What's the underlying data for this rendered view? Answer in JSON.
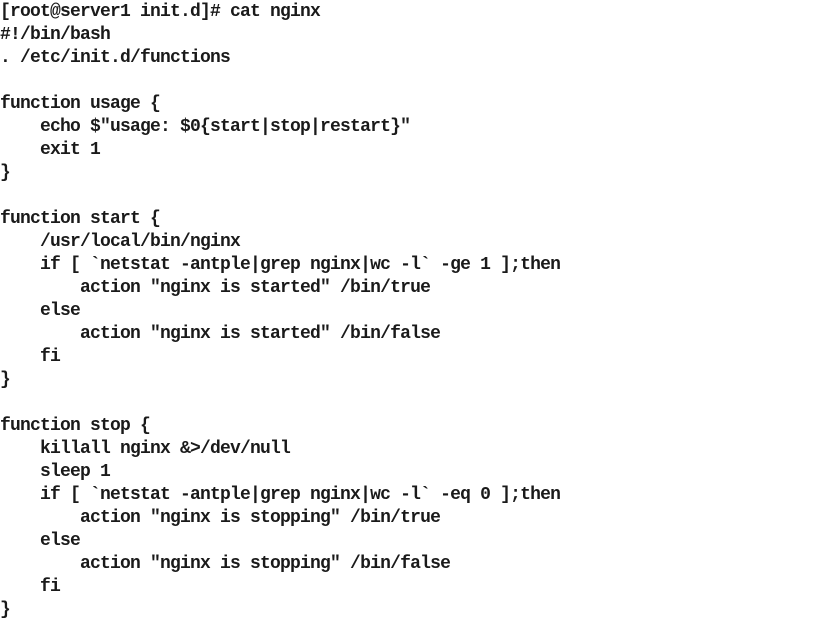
{
  "terminal": {
    "lines": [
      "[root@server1 init.d]# cat nginx",
      "#!/bin/bash",
      ". /etc/init.d/functions",
      "",
      "function usage {",
      "    echo $\"usage: $0{start|stop|restart}\"",
      "    exit 1",
      "}",
      "",
      "function start {",
      "    /usr/local/bin/nginx",
      "    if [ `netstat -antple|grep nginx|wc -l` -ge 1 ];then",
      "        action \"nginx is started\" /bin/true",
      "    else",
      "        action \"nginx is started\" /bin/false",
      "    fi",
      "}",
      "",
      "function stop {",
      "    killall nginx &>/dev/null",
      "    sleep 1",
      "    if [ `netstat -antple|grep nginx|wc -l` -eq 0 ];then",
      "        action \"nginx is stopping\" /bin/true",
      "    else",
      "        action \"nginx is stopping\" /bin/false",
      "    fi",
      "}"
    ]
  }
}
